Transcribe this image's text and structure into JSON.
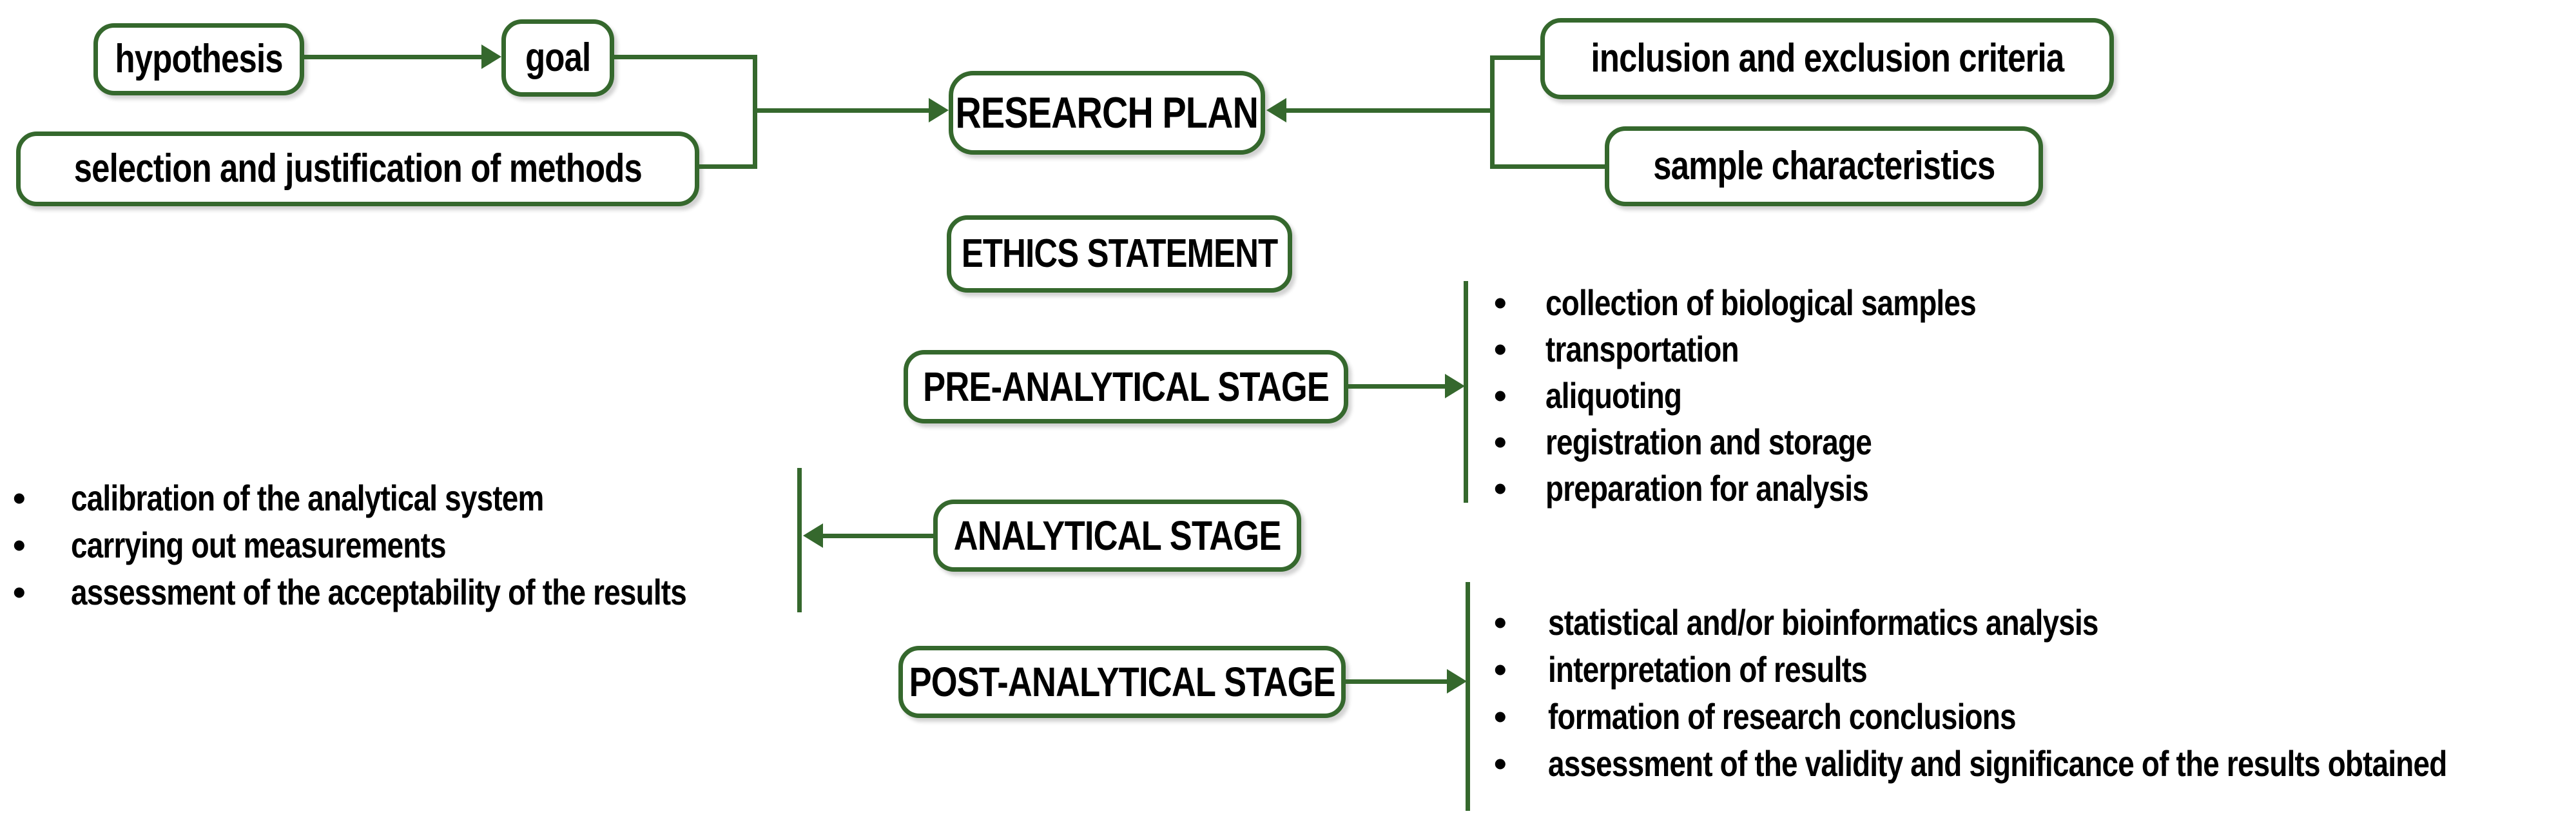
{
  "colors": {
    "line_green": "#35682d",
    "text": "#000000",
    "box_fill": "#ffffff"
  },
  "glyphs": {
    "bullet": "•"
  },
  "boxes": {
    "hypothesis": {
      "label": "hypothesis"
    },
    "goal": {
      "label": "goal"
    },
    "methods": {
      "label": "selection and justification of methods"
    },
    "research_plan": {
      "label": "RESEARCH PLAN"
    },
    "ethics": {
      "label": "ETHICS STATEMENT"
    },
    "inclusion": {
      "label": "inclusion and exclusion criteria"
    },
    "sample": {
      "label": "sample characteristics"
    },
    "pre_analytical": {
      "label": "PRE-ANALYTICAL STAGE"
    },
    "analytical": {
      "label": "ANALYTICAL STAGE"
    },
    "post_analytical": {
      "label": "POST-ANALYTICAL STAGE"
    }
  },
  "lists": {
    "pre_analytical": {
      "items": [
        "collection of biological samples",
        "transportation",
        "aliquoting",
        "registration and storage",
        "preparation for analysis"
      ]
    },
    "analytical": {
      "items": [
        "calibration of the analytical system",
        "carrying out measurements",
        "assessment of the acceptability of the results"
      ]
    },
    "post_analytical": {
      "items": [
        "statistical and/or bioinformatics analysis",
        "interpretation of results",
        "formation of research conclusions",
        "assessment of the validity and significance of the results obtained"
      ]
    }
  }
}
